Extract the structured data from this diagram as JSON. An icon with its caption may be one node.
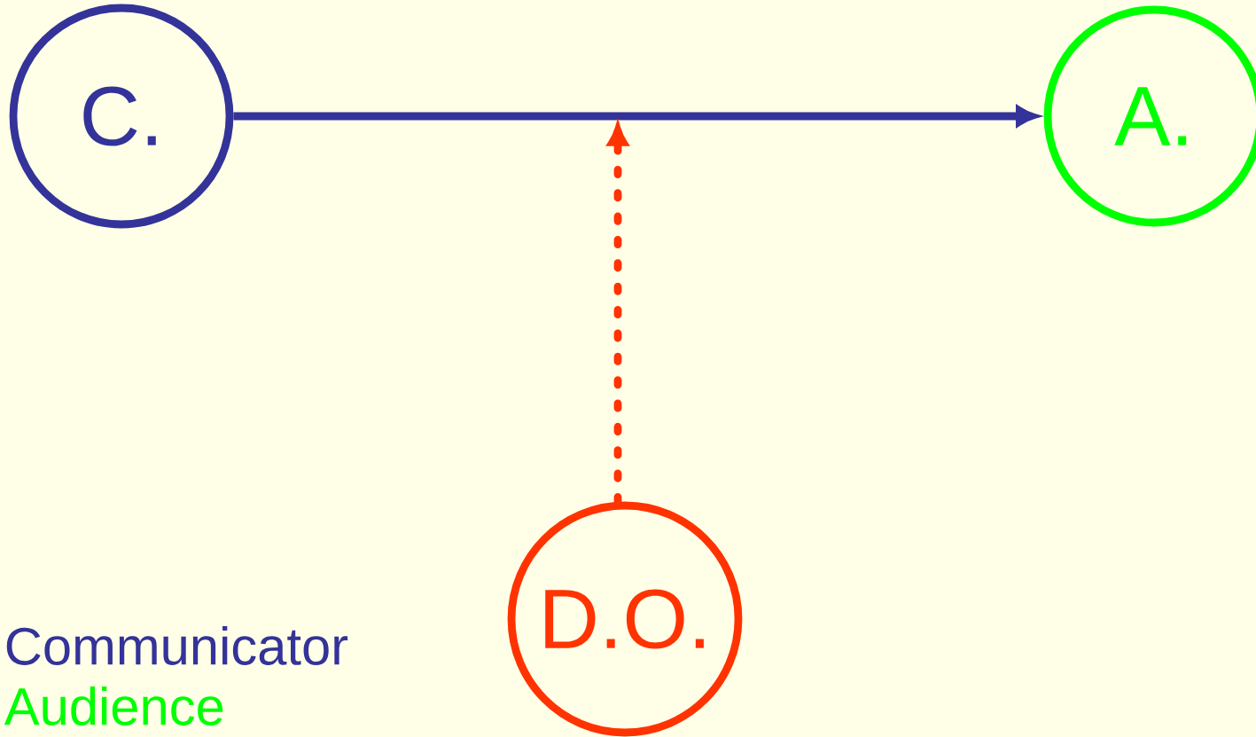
{
  "diagram": {
    "nodes": [
      {
        "text": [
          "C."
        ]
      },
      {
        "text": [
          "A."
        ]
      },
      {
        "text": [
          "D.O."
        ]
      }
    ],
    "edges": [
      {
        "from": 0,
        "to": 1,
        "arrow": "to"
      },
      {
        "from": 2,
        "to": null,
        "arrow": "to",
        "style": "dashed",
        "color": "#ff3300"
      }
    ],
    "labels": [
      "Communicator",
      "Audience"
    ]
  }
}
